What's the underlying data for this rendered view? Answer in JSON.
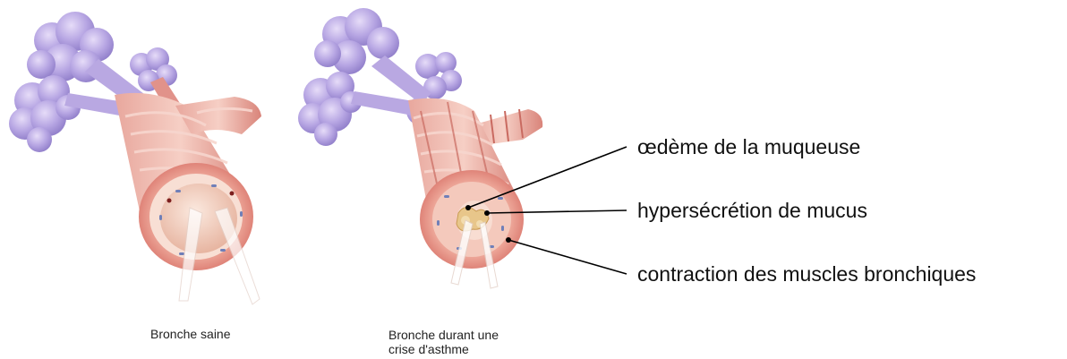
{
  "figure": {
    "panels": [
      {
        "caption": [
          "Bronche saine"
        ]
      },
      {
        "caption": [
          "Bronche durant une",
          "crise d'asthme"
        ]
      }
    ],
    "annotations": [
      {
        "label": "œdème de la muqueuse"
      },
      {
        "label": "hypersécrétion de mucus"
      },
      {
        "label": "contraction des muscles bronchiques"
      }
    ],
    "colors": {
      "background": "#ffffff",
      "alveoli": "#b7a6e3",
      "alveoli_shadow": "#8e7cc8",
      "muscle": "#df8f86",
      "muscle_stripe": "#f3c5bb",
      "mucosa": "#f6d3c6",
      "lumen": "#f0c6b4",
      "mucus": "#e8c68a",
      "gland_dots": "#6f7fb8",
      "leader_lines": "#000000"
    }
  }
}
